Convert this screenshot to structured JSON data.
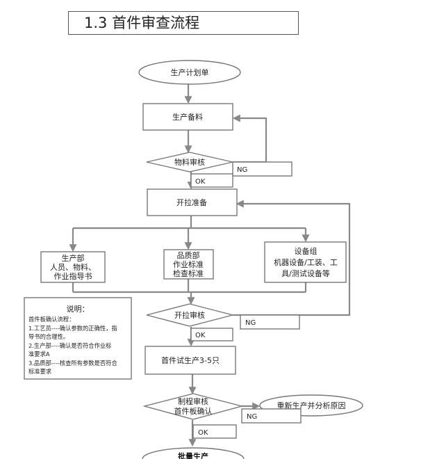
{
  "title": "1.3 首件审查流程",
  "nodes": {
    "plan": "生产计划单",
    "material_prep": "生产备料",
    "material_review": "物料审核",
    "line_prep": "开拉准备",
    "prod_dept": [
      "生产部",
      "人员、物料、",
      "作业指导书"
    ],
    "quality_dept": [
      "品质部",
      "作业标准",
      "检查标准"
    ],
    "equip_group": [
      "设备组",
      "机器设备/工装、工",
      "具/测试设备等"
    ],
    "line_review": "开拉审核",
    "first_trial": "首件试生产3-5只",
    "process_review": [
      "制程审核",
      "首件板确认"
    ],
    "reproduce": "重新生产并分析原因",
    "mass_production": "批量生产"
  },
  "labels": {
    "ng": "NG",
    "ok": "OK"
  },
  "note": {
    "title": "说明：",
    "lines": [
      "首件板确认流程：",
      "1.工艺员----确认参数的正确性，指",
      "导书的合理性。",
      "2.生产部----确认是否符合作业标",
      "准要求A",
      "3.品质部----核查所有参数是否符合",
      "标准要求"
    ]
  }
}
